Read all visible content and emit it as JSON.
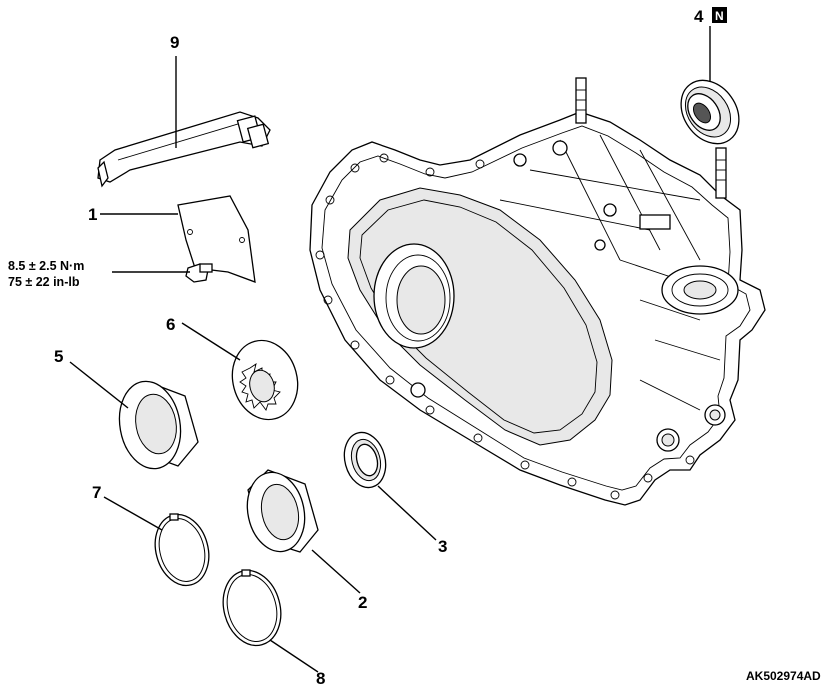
{
  "callouts": {
    "c1": "1",
    "c2": "2",
    "c3": "3",
    "c4": "4",
    "c5": "5",
    "c6": "6",
    "c7": "7",
    "c8": "8",
    "c9": "9"
  },
  "badge": "N",
  "torque": {
    "line1": "8.5 ± 2.5 N·m",
    "line2": "75 ± 22 in-lb"
  },
  "figure_id": "AK502974AD"
}
